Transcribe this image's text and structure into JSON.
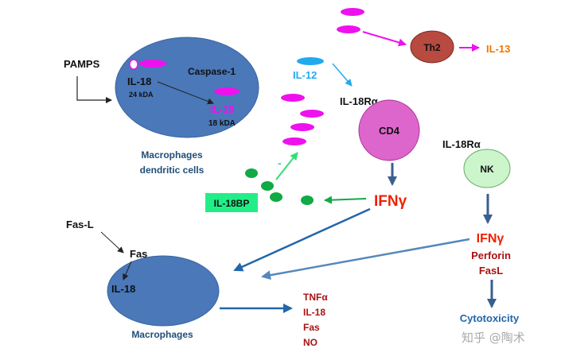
{
  "labels": {
    "pamps": "PAMPS",
    "caspase1": "Caspase-1",
    "il18_pro": "IL-18",
    "kda24": "24 kDA",
    "il18_mature": "IL-18",
    "kda18": "18 kDA",
    "macrophages_dc_line1": "Macrophages",
    "macrophages_dc_line2": "dendritic cells",
    "il12": "IL-12",
    "il18ra_cd4": "IL-18Rα",
    "cd4": "CD4",
    "th2": "Th2",
    "il13": "IL-13",
    "il18ra_nk": "IL-18Rα",
    "nk": "NK",
    "il18bp": "IL-18BP",
    "minus": "-",
    "ifng_cd4": "IFNγ",
    "ifng_nk": "IFNγ",
    "perforin": "Perforin",
    "fasl": "FasL",
    "cytotoxicity": "Cytotoxicity",
    "fas_l": "Fas-L",
    "fas": "Fas",
    "il18_macro": "IL-18",
    "macrophages": "Macrophages",
    "out_tnfa": "TNFα",
    "out_il18": "IL-18",
    "out_fas": "Fas",
    "out_no": "NO",
    "watermark": "知乎 @陶术"
  },
  "colors": {
    "cell_blue": "#4a78b8",
    "magenta": "#ee11ee",
    "cd4_pink": "#dd66cc",
    "th2_red": "#b84a40",
    "nk_green": "#ccf5cc",
    "il18bp_green": "#22ee88",
    "dot_green": "#11aa44",
    "il12_blue": "#22aaee",
    "dark_red": "#aa1111",
    "bright_red": "#ee2200",
    "orange": "#ee7700",
    "navy": "#1f4e79",
    "arrow_blue": "#2266aa",
    "arrow_light_blue": "#5588bb"
  }
}
